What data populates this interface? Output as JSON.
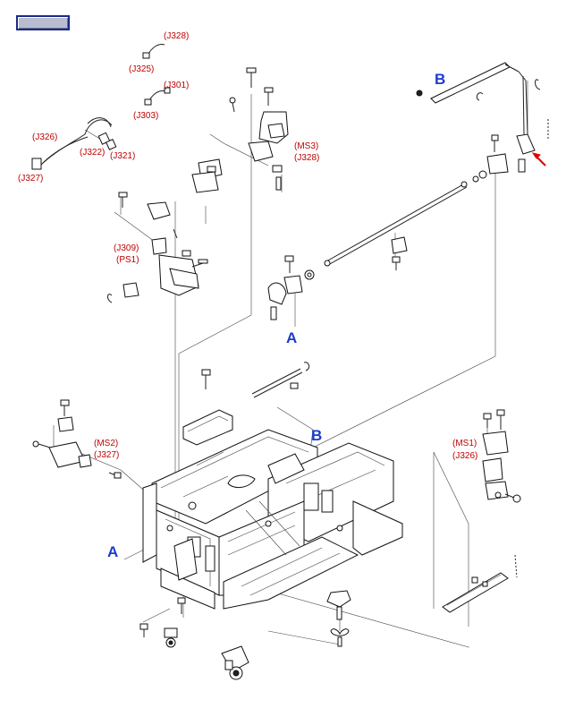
{
  "toolbar": {
    "button_label": ""
  },
  "labels": {
    "j328_top": "(J328)",
    "j325": "(J325)",
    "j301": "(J301)",
    "j303": "(J303)",
    "j326_left": "(J326)",
    "j322": "(J322)",
    "j321": "(J321)",
    "j327_left": "(J327)",
    "ms3": "(MS3)",
    "j328_right": "(J328)",
    "j309": "(J309)",
    "ps1": "(PS1)",
    "ms2": "(MS2)",
    "j327_mid": "(J327)",
    "ms1": "(MS1)",
    "j326_right": "(J326)"
  },
  "callouts": {
    "b_top": "B",
    "a_mid": "A",
    "b_mid": "B",
    "a_left": "A"
  },
  "colors": {
    "connector_label": "#c00000",
    "callout": "#1b3ccc",
    "arrow": "#e00000",
    "button_border": "#1a2a8a"
  },
  "icons": {
    "pointer": "red-arrow-icon"
  }
}
